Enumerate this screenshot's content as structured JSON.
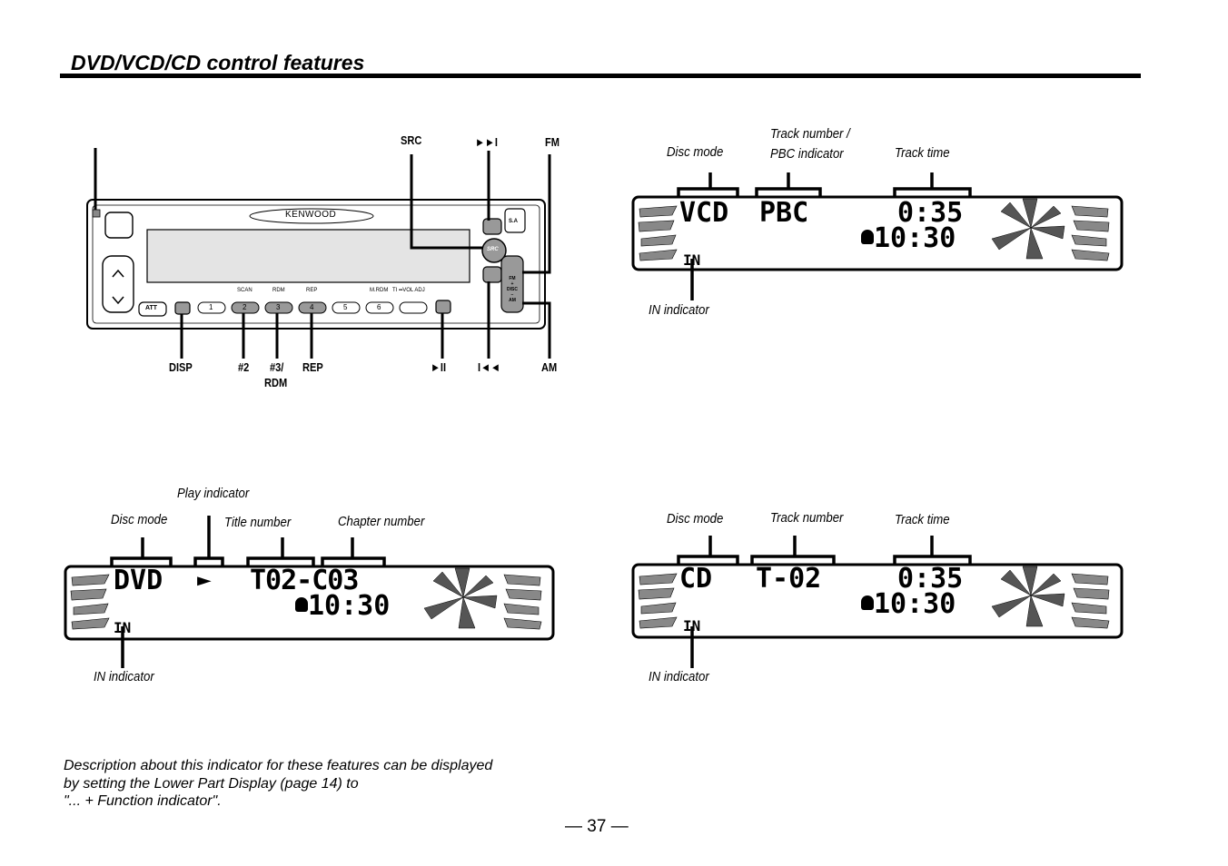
{
  "page": {
    "title": "DVD/VCD/CD control features",
    "page_number": "— 37 —",
    "description": [
      "Description about this indicator for these features can be displayed",
      "by setting the Lower Part Display (page 14) to",
      "\"... + Function indicator\"."
    ]
  },
  "faceplate": {
    "brand": "KENWOOD",
    "callouts": {
      "src": "SRC",
      "next": "►►I",
      "fm": "FM",
      "disp": "DISP",
      "preset2": "#2",
      "preset3_line1": "#3/",
      "preset3_line2": "RDM",
      "rep": "REP",
      "play_pause": "►II",
      "prev": "I◄◄",
      "am": "AM"
    },
    "button_labels": {
      "att": "ATT",
      "scan": "SCAN",
      "rdm": "RDM",
      "rep": "REP",
      "mrdm": "M.RDM",
      "ti_vol": "TI ▪▪VOL ADJ",
      "src_knob": "SRC",
      "sa": "S.A",
      "fm_disc_am": [
        "FM",
        "+",
        "DISC",
        "−",
        "AM"
      ],
      "presets": [
        "1",
        "2",
        "3",
        "4",
        "5",
        "6"
      ]
    }
  },
  "vcd_display": {
    "disc_mode": "VCD",
    "pbc": "PBC",
    "track_time": "0:35",
    "clock": "10:30",
    "in": "IN",
    "labels": {
      "disc_mode": "Disc mode",
      "track_pbc_1": "Track number /",
      "track_pbc_2": "PBC indicator",
      "track_time": "Track time",
      "in_indicator": "IN indicator"
    }
  },
  "dvd_display": {
    "disc_mode": "DVD",
    "play": "►",
    "title_chapter": "T02-C03",
    "clock": "10:30",
    "in": "IN",
    "labels": {
      "play_indicator": "Play indicator",
      "disc_mode": "Disc mode",
      "title_number": "Title number",
      "chapter_number": "Chapter number",
      "in_indicator": "IN indicator"
    }
  },
  "cd_display": {
    "disc_mode": "CD",
    "track": "T-02",
    "track_time": "0:35",
    "clock": "10:30",
    "in": "IN",
    "labels": {
      "disc_mode": "Disc mode",
      "track_number": "Track number",
      "track_time": "Track time",
      "in_indicator": "IN indicator"
    }
  }
}
